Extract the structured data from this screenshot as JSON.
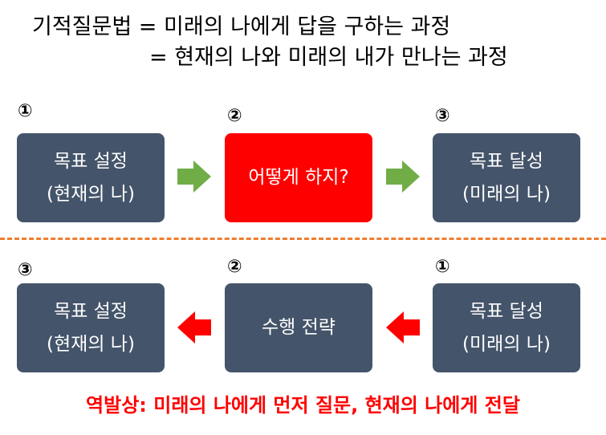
{
  "header": {
    "line1": "기적질문법 = 미래의 나에게 답을 구하는 과정",
    "line2": "= 현재의 나와 미래의 내가 만나는 과정"
  },
  "top_row": {
    "numbers": [
      "①",
      "②",
      "③"
    ],
    "box1": {
      "line1": "목표 설정",
      "line2": "(현재의 나)"
    },
    "box2": {
      "line1": "어떻게 하지?"
    },
    "box3": {
      "line1": "목표 달성",
      "line2": "(미래의 나)"
    }
  },
  "bottom_row": {
    "numbers": [
      "③",
      "②",
      "①"
    ],
    "box1": {
      "line1": "목표 설정",
      "line2": "(현재의 나)"
    },
    "box2": {
      "line1": "수행 전략"
    },
    "box3": {
      "line1": "목표 달성",
      "line2": "(미래의 나)"
    }
  },
  "footer": {
    "text": "역발상: 미래의 나에게 먼저 질문, 현재의 나에게 전달"
  },
  "colors": {
    "box_dark": "#44546a",
    "box_highlight": "#ff0000",
    "arrow_forward": "#70ad47",
    "arrow_backward": "#ff0000",
    "divider": "#ed7d31",
    "footer_text": "#ff0000"
  }
}
